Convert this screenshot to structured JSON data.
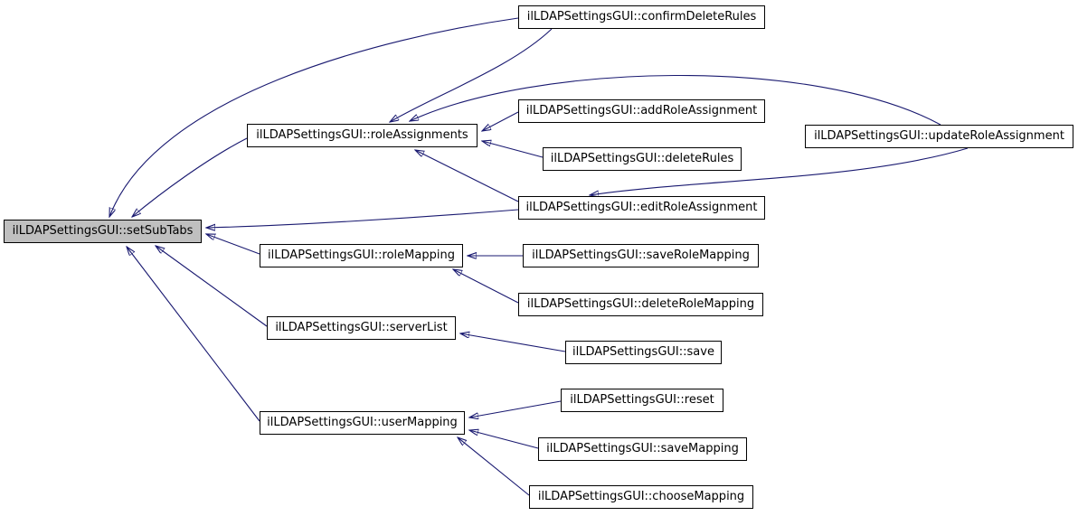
{
  "diagram": {
    "type": "call-graph",
    "colors": {
      "edge": "#191970",
      "node_border": "#000000",
      "node_fill": "#ffffff",
      "highlight_fill": "#bfbfbf",
      "background": "#ffffff"
    },
    "nodes": [
      {
        "id": "setSubTabs",
        "label": "ilLDAPSettingsGUI::setSubTabs",
        "highlighted": true
      },
      {
        "id": "confirmDeleteRules",
        "label": "ilLDAPSettingsGUI::confirmDeleteRules",
        "highlighted": false
      },
      {
        "id": "roleAssignments",
        "label": "ilLDAPSettingsGUI::roleAssignments",
        "highlighted": false
      },
      {
        "id": "addRoleAssignment",
        "label": "ilLDAPSettingsGUI::addRoleAssignment",
        "highlighted": false
      },
      {
        "id": "deleteRules",
        "label": "ilLDAPSettingsGUI::deleteRules",
        "highlighted": false
      },
      {
        "id": "updateRoleAssignment",
        "label": "ilLDAPSettingsGUI::updateRoleAssignment",
        "highlighted": false
      },
      {
        "id": "editRoleAssignment",
        "label": "ilLDAPSettingsGUI::editRoleAssignment",
        "highlighted": false
      },
      {
        "id": "roleMapping",
        "label": "ilLDAPSettingsGUI::roleMapping",
        "highlighted": false
      },
      {
        "id": "saveRoleMapping",
        "label": "ilLDAPSettingsGUI::saveRoleMapping",
        "highlighted": false
      },
      {
        "id": "deleteRoleMapping",
        "label": "ilLDAPSettingsGUI::deleteRoleMapping",
        "highlighted": false
      },
      {
        "id": "serverList",
        "label": "ilLDAPSettingsGUI::serverList",
        "highlighted": false
      },
      {
        "id": "save",
        "label": "ilLDAPSettingsGUI::save",
        "highlighted": false
      },
      {
        "id": "userMapping",
        "label": "ilLDAPSettingsGUI::userMapping",
        "highlighted": false
      },
      {
        "id": "reset",
        "label": "ilLDAPSettingsGUI::reset",
        "highlighted": false
      },
      {
        "id": "saveMapping",
        "label": "ilLDAPSettingsGUI::saveMapping",
        "highlighted": false
      },
      {
        "id": "chooseMapping",
        "label": "ilLDAPSettingsGUI::chooseMapping",
        "highlighted": false
      }
    ],
    "edges": [
      {
        "from": "confirmDeleteRules",
        "to": "setSubTabs"
      },
      {
        "from": "roleAssignments",
        "to": "setSubTabs"
      },
      {
        "from": "editRoleAssignment",
        "to": "setSubTabs"
      },
      {
        "from": "roleMapping",
        "to": "setSubTabs"
      },
      {
        "from": "serverList",
        "to": "setSubTabs"
      },
      {
        "from": "userMapping",
        "to": "setSubTabs"
      },
      {
        "from": "confirmDeleteRules",
        "to": "roleAssignments"
      },
      {
        "from": "updateRoleAssignment",
        "to": "roleAssignments"
      },
      {
        "from": "addRoleAssignment",
        "to": "roleAssignments"
      },
      {
        "from": "deleteRules",
        "to": "roleAssignments"
      },
      {
        "from": "editRoleAssignment",
        "to": "roleAssignments"
      },
      {
        "from": "updateRoleAssignment",
        "to": "editRoleAssignment"
      },
      {
        "from": "saveRoleMapping",
        "to": "roleMapping"
      },
      {
        "from": "deleteRoleMapping",
        "to": "roleMapping"
      },
      {
        "from": "save",
        "to": "serverList"
      },
      {
        "from": "reset",
        "to": "userMapping"
      },
      {
        "from": "saveMapping",
        "to": "userMapping"
      },
      {
        "from": "chooseMapping",
        "to": "userMapping"
      }
    ]
  }
}
